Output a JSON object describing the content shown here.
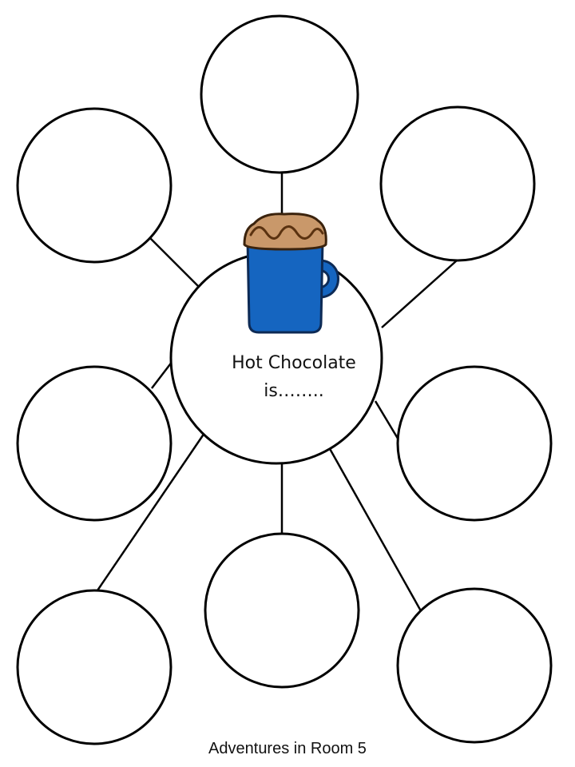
{
  "center": {
    "line1": "Hot Chocolate",
    "line2": "is……..",
    "icon": "hot-chocolate-mug-icon"
  },
  "bubble_count": 8,
  "colors": {
    "stroke": "#000000",
    "mug_blue": "#1565C0",
    "mug_outline": "#0d2a55",
    "foam": "#C9986A",
    "foam_swirl": "#5a3210"
  },
  "footer": {
    "text": "Adventures in Room 5"
  }
}
